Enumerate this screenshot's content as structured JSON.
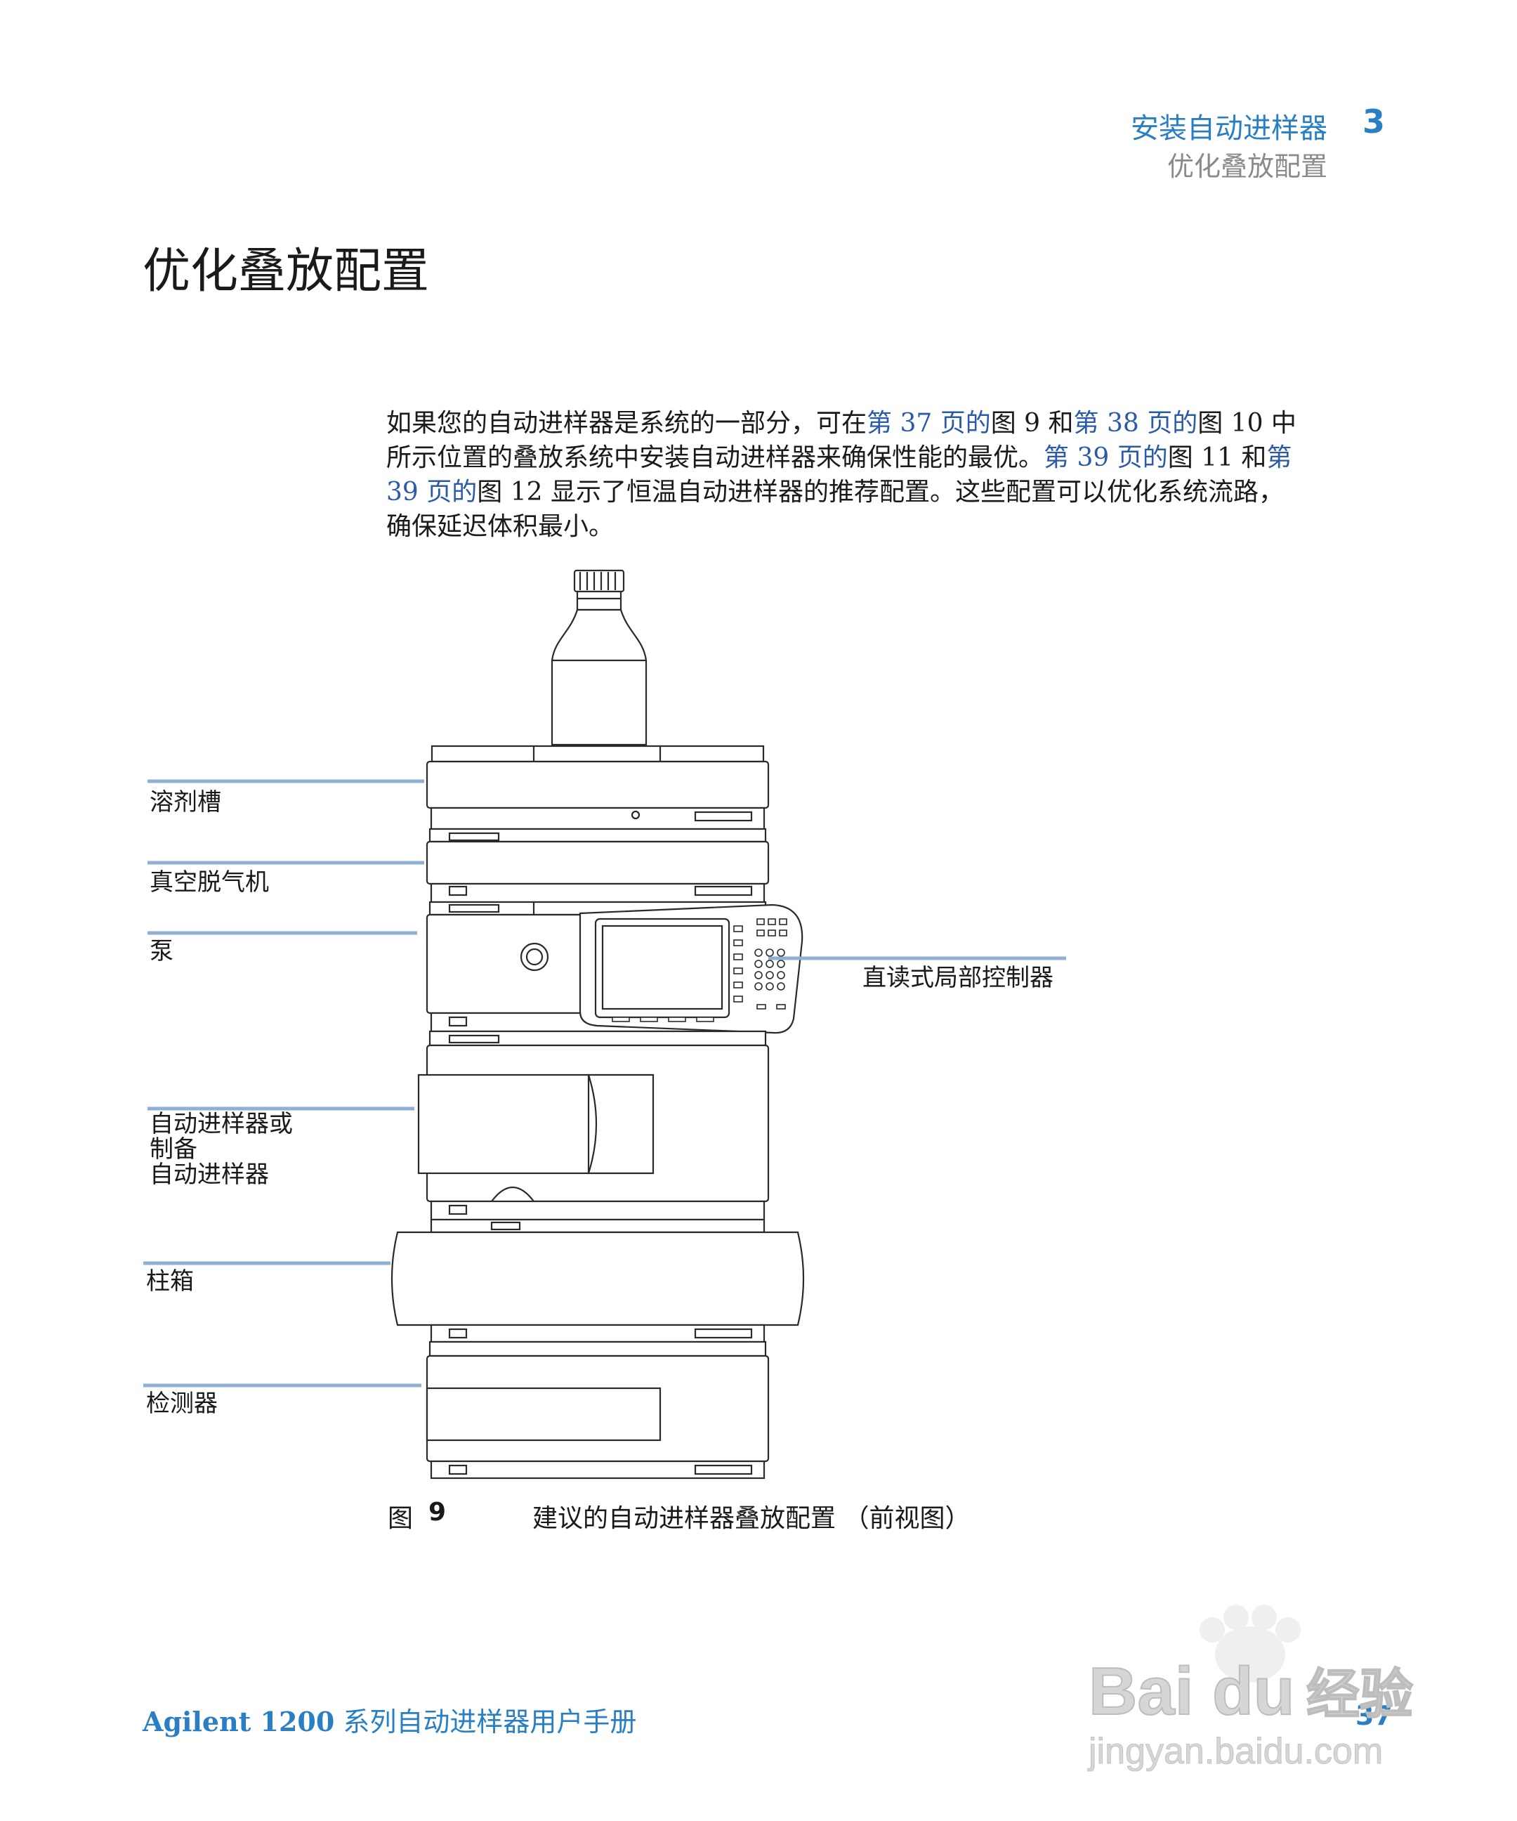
{
  "header": {
    "chapter_title": "安装自动进样器",
    "chapter_number": "3",
    "section_title": "优化叠放配置"
  },
  "page_title": "优化叠放配置",
  "body": {
    "l1a": "如果您的自动进样器是系统的一部分，可在",
    "l1b": "第 37 页的",
    "l1c": "图 9 和",
    "l1d": "第 38 页的",
    "l1e": "图 10 中",
    "l2a": "所示位置的叠放系统中安装自动进样器来确保性能的最优。",
    "l2b": "第 39 页的",
    "l2c": "图 11 和",
    "l2d": "第",
    "l3a": "39 页的",
    "l3b": "图 12 显示了恒温自动进样器的推荐配置。这些配置可以优化系统流路，",
    "l4": "确保延迟体积最小。"
  },
  "figure": {
    "callouts": {
      "solvent_tray": "溶剂槽",
      "vacuum_degasser": "真空脱气机",
      "pump": "泵",
      "autosampler_1": "自动进样器或",
      "autosampler_2": "制备",
      "autosampler_3": "自动进样器",
      "column_compartment": "柱箱",
      "detector": "检测器",
      "control_module": "直读式局部控制器"
    },
    "caption_label": "图",
    "caption_number": "9",
    "caption_text": "建议的自动进样器叠放配置 （前视图）"
  },
  "footer": {
    "product": "Agilent 1200",
    "manual_title": "系列自动进样器用户手册",
    "page_number": "37"
  },
  "watermark": {
    "brand": "Bai du",
    "brand_cn": "经验",
    "url": "jingyan.baidu.com"
  },
  "colors": {
    "accent": "#2a7fc4",
    "link": "#2b5aa8",
    "callout_line": "#8fb0d4"
  }
}
